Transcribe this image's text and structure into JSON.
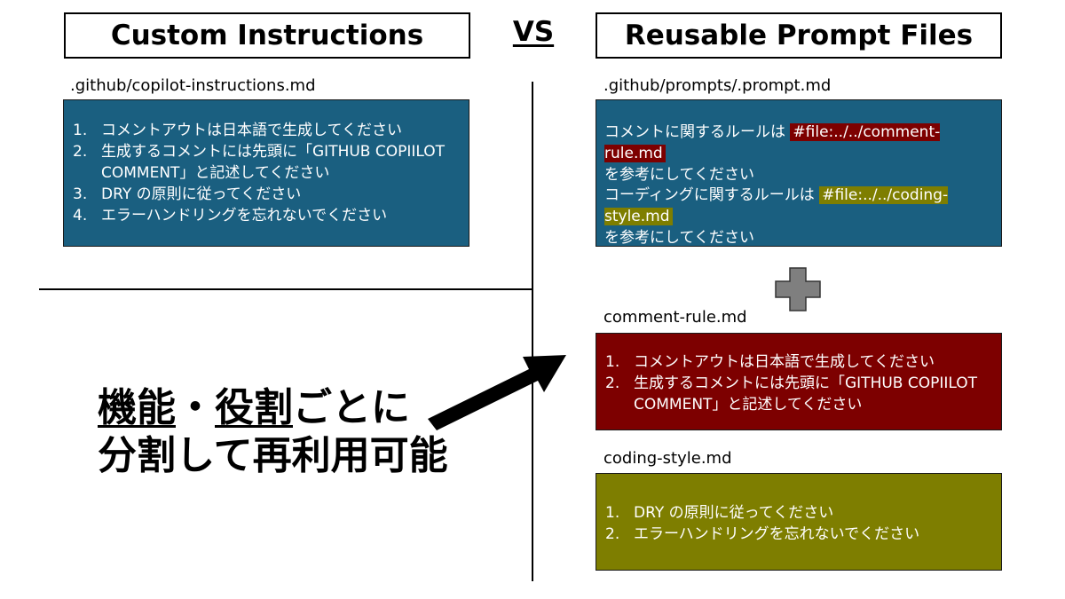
{
  "header": {
    "left_title": "Custom Instructions",
    "vs": "VS",
    "right_title": "Reusable Prompt Files"
  },
  "left": {
    "file_label": ".github/copilot-instructions.md",
    "items": [
      {
        "num": "1.",
        "text": "コメントアウトは日本語で生成してください"
      },
      {
        "num": "2.",
        "text": "生成するコメントには先頭に「GITHUB COPIILOT COMMENT」と記述してください"
      },
      {
        "num": "3.",
        "text": "DRY の原則に従ってください"
      },
      {
        "num": "4.",
        "text": "エラーハンドリングを忘れないでください"
      }
    ],
    "tagline": {
      "part1_underlined": "機能",
      "sep": "・",
      "part2_underlined": "役割",
      "part3": "ごとに",
      "line2": "分割して再利用可能"
    }
  },
  "right": {
    "prompt_file_label": ".github/prompts/.prompt.md",
    "prompt_refs": [
      {
        "prefix": "コメントに関するルールは",
        "file": "#file:../../comment-rule.md",
        "suffix": "を参考にしてください"
      },
      {
        "prefix": "コーディングに関するルールは",
        "file": "#file:../../coding-style.md",
        "suffix": "を参考にしてください"
      }
    ],
    "comment_rule_label": "comment-rule.md",
    "comment_rule_items": [
      {
        "num": "1.",
        "text": "コメントアウトは日本語で生成してください"
      },
      {
        "num": "2.",
        "text": "生成するコメントには先頭に「GITHUB COPIILOT COMMENT」と記述してください"
      }
    ],
    "coding_style_label": "coding-style.md",
    "coding_style_items": [
      {
        "num": "1.",
        "text": "DRY の原則に従ってください"
      },
      {
        "num": "2.",
        "text": "エラーハンドリングを忘れないでください"
      }
    ]
  },
  "colors": {
    "blue_box": "#1a5f80",
    "red_box": "#7d0000",
    "olive_box": "#7e7e00",
    "plus_gray": "#7f7f7f",
    "arrow": "#000000"
  },
  "icons": {
    "plus": "plus-icon",
    "arrow": "arrow-icon"
  }
}
